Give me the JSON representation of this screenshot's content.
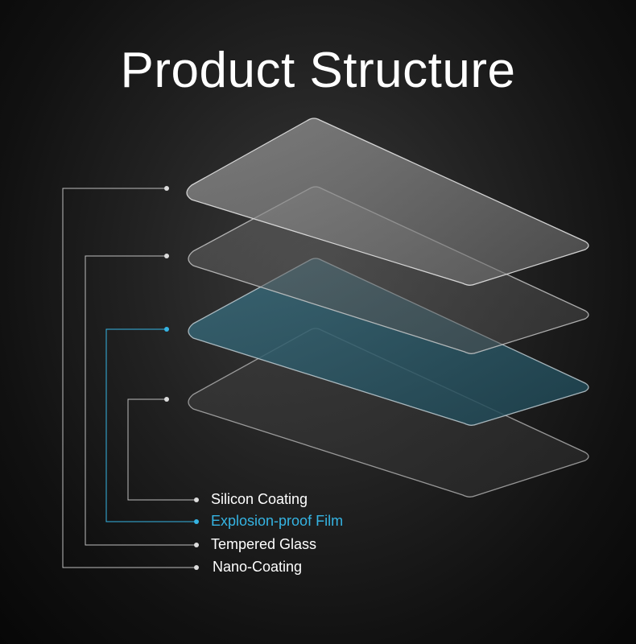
{
  "title": "Product Structure",
  "layers": [
    {
      "label": "Nano-Coating",
      "color": "#ffffff"
    },
    {
      "label": "Tempered Glass",
      "color": "#ffffff"
    },
    {
      "label": "Explosion-proof Film",
      "color": "#35b4e3"
    },
    {
      "label": "Silicon Coating",
      "color": "#ffffff"
    }
  ]
}
